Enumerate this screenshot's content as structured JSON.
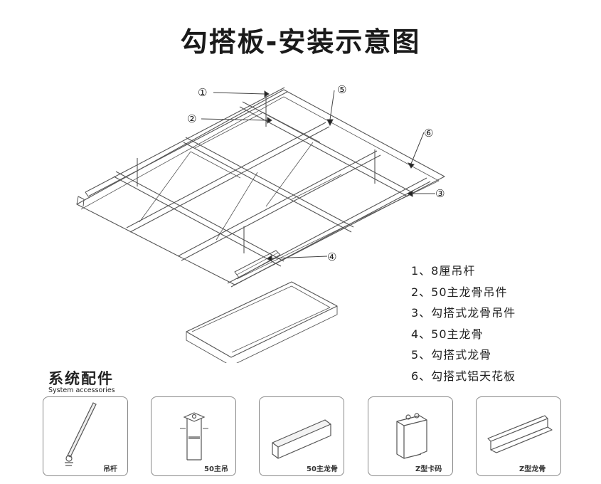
{
  "title": "勾搭板-安装示意图",
  "callouts": [
    "①",
    "②",
    "③",
    "④",
    "⑤",
    "⑥"
  ],
  "legend": [
    "1、8厘吊杆",
    "2、50主龙骨吊件",
    "3、勾搭式龙骨吊件",
    "4、50主龙骨",
    "5、勾搭式龙骨",
    "6、勾搭式铝天花板"
  ],
  "accessories": {
    "title": "系统配件",
    "subtitle": "System accessories",
    "items": [
      {
        "label": "吊杆"
      },
      {
        "label": "50主吊"
      },
      {
        "label": "50主龙骨"
      },
      {
        "label": "Z型卡码"
      },
      {
        "label": "Z型龙骨"
      }
    ]
  },
  "colors": {
    "line": "#555555",
    "frame": "#888888",
    "text": "#222222"
  }
}
